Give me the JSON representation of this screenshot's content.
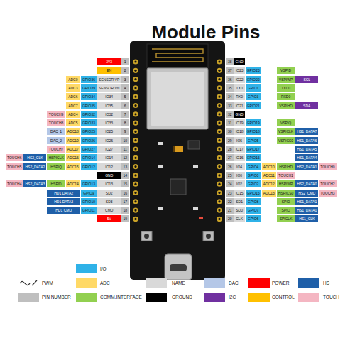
{
  "diagram": {
    "title": "Module Pins",
    "labels": [
      "1",
      "3V3",
      "2",
      "EN",
      "3",
      "SENSOR VP",
      "GPIO36",
      "ADC0",
      "4",
      "SENSOR VN",
      "GPIO39",
      "ADC3",
      "5",
      "IO34",
      "GPIO34",
      "ADC6",
      "6",
      "IO35",
      "GPIO35",
      "ADC7",
      "7",
      "IO32",
      "GPIO32",
      "ADC4",
      "TOUCH9",
      "8",
      "IO33",
      "GPIO33",
      "ADC5",
      "TOUCH8",
      "9",
      "IO25",
      "GPIO25",
      "ADC18",
      "DAC_1",
      "10",
      "IO26",
      "GPIO26",
      "ADC19",
      "DAC_2",
      "11",
      "IO27",
      "GPIO27",
      "ADC17",
      "TOUCH7",
      "12",
      "IO14",
      "GPIO14",
      "ADC16",
      "HSPICLK",
      "HS2_CLK",
      "TOUCH6",
      "13",
      "IO12",
      "GPIO12",
      "ADC15",
      "HSPIQ",
      "HS2_DATA2",
      "TOUCH5",
      "14",
      "GND",
      "15",
      "IO13",
      "GPIO13",
      "ADC14",
      "HSPID",
      "HS2_DATA3",
      "TOUCH4",
      "16",
      "SD2",
      "GPIO9",
      "HD1 DATA2",
      "17",
      "SD3",
      "GPIO10",
      "HD1 DATA3",
      "18",
      "CMD",
      "GPIO11",
      "HD1 CMD",
      "19",
      "5V",
      "38",
      "GND",
      "37",
      "IO23",
      "GPIO23",
      "VSPID",
      "36",
      "IO22",
      "GPIO22",
      "VSPIWP",
      "SCL",
      "35",
      "TX0",
      "GPIO1",
      "TXD0",
      "34",
      "RX0",
      "GPIO3",
      "RXD0",
      "33",
      "IO21",
      "GPIO21",
      "VSPIHD",
      "SDA",
      "32",
      "GND",
      "31",
      "IO19",
      "GPIO19",
      "VSPIQ",
      "30",
      "IO18",
      "GPIO18",
      "VSPICLK",
      "HS1_DATA7",
      "29",
      "IO5",
      "GPIO5",
      "VSPICS0",
      "HS1_DATA6",
      "28",
      "IO17",
      "GPIO17",
      "HS1_DATA5",
      "27",
      "IO16",
      "GPIO16",
      "HS1_DATA4",
      "26",
      "IO4",
      "GPIO4",
      "ADC10",
      "HSPIHD",
      "HS2_DATA1",
      "TOUCH0",
      "25",
      "IO0",
      "GPIO0",
      "ADC11",
      "TOUCH1",
      "24",
      "IO2",
      "GPIO2",
      "ADC12",
      "HSPIWP",
      "HS2_DATA0",
      "TOUCH2",
      "23",
      "IO15",
      "GPIO15",
      "ADC13",
      "HSPICS0",
      "HS2_CMD",
      "TOUCH3",
      "22",
      "SD1",
      "GPIO8",
      "SPID",
      "HS1_DATA1",
      "21",
      "SD0",
      "GPIO7",
      "SPIQ",
      "HS1_DATA0",
      "20",
      "CLK",
      "GPIO6",
      "SPICLK",
      "HS1_CLK"
    ],
    "legend": [
      {
        "text": "I/O",
        "color": "#2fb2e8"
      },
      {
        "text": "PWM"
      },
      {
        "text": "ADC",
        "color": "#ffd966"
      },
      {
        "text": "NAME",
        "color": "#d9d9d9"
      },
      {
        "text": "DAC",
        "color": "#b4c7e7"
      },
      {
        "text": "POWER",
        "color": "#ff0000"
      },
      {
        "text": "HS",
        "color": "#1f5fa8"
      },
      {
        "text": "PIN NUMBER",
        "color": "#bfbfbf"
      },
      {
        "text": "COMM.INTERFACE",
        "color": "#92d050"
      },
      {
        "text": "GROUND",
        "color": "#000000"
      },
      {
        "text": "I2C",
        "color": "#7030a0"
      },
      {
        "text": "CONTROL",
        "color": "#ffc000"
      },
      {
        "text": "TOUCH",
        "color": "#f4b6c2"
      }
    ]
  }
}
